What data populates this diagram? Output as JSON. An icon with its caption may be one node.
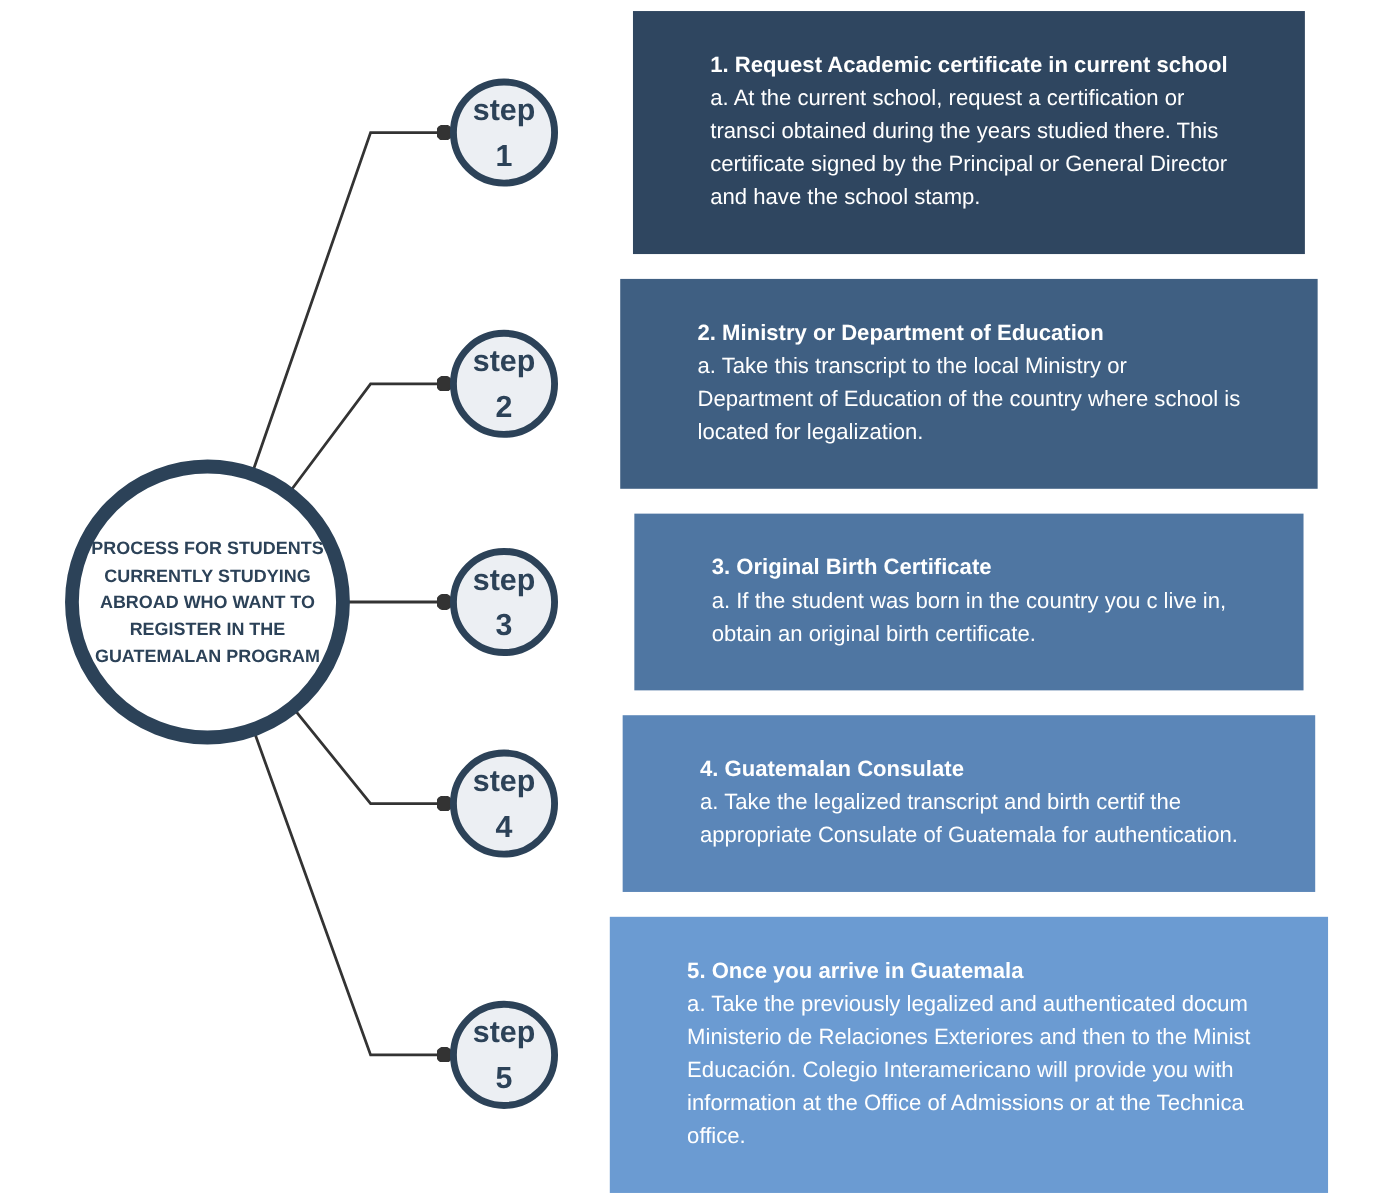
{
  "diagram": {
    "nodes": [
      {
        "text": [
          "PROCESS FOR STUDENTS CURRENTLY STUDYING ABROAD WHO WANT TO REGISTER IN THE GUATEMALAN PROGRAM"
        ]
      },
      {
        "text": [
          "step",
          "1"
        ]
      },
      {
        "text": [
          "1. Request Academic certificate in current school",
          "a. At the current school, request a certification or transci obtained during the years studied there. This certificate signed by the Principal or General Director and have the school stamp."
        ]
      },
      {
        "text": [
          "step",
          "2"
        ]
      },
      {
        "text": [
          "2. Ministry or Department of Education",
          "a. Take this transcript to the local Ministry or Department of Education of the country where school is located for legalization."
        ]
      },
      {
        "text": [
          "step",
          "3"
        ]
      },
      {
        "text": [
          "3. Original Birth Certificate",
          "a. If the student was born in the country you c live in, obtain an original birth certificate."
        ]
      },
      {
        "text": [
          "step",
          "4"
        ]
      },
      {
        "text": [
          "4. Guatemalan Consulate",
          "a. Take the legalized transcript and birth certif the appropriate Consulate of Guatemala for authentication."
        ]
      },
      {
        "text": [
          "step",
          "5"
        ]
      },
      {
        "text": [
          "5. Once you arrive in Guatemala",
          "a. Take the previously legalized and authenticated docum Ministerio de Relaciones Exteriores and then to the Minist Educación. Colegio Interamericano will provide you with information at the Office of Admissions or at the Technica office."
        ]
      }
    ],
    "edges": [
      {
        "from": 0,
        "to": 1,
        "arrow": "other"
      },
      {
        "from": 0,
        "to": 3,
        "arrow": "other"
      },
      {
        "from": 0,
        "to": 5,
        "arrow": "other"
      },
      {
        "from": 0,
        "to": 7,
        "arrow": "other"
      },
      {
        "from": 0,
        "to": 9,
        "arrow": "other"
      }
    ]
  }
}
